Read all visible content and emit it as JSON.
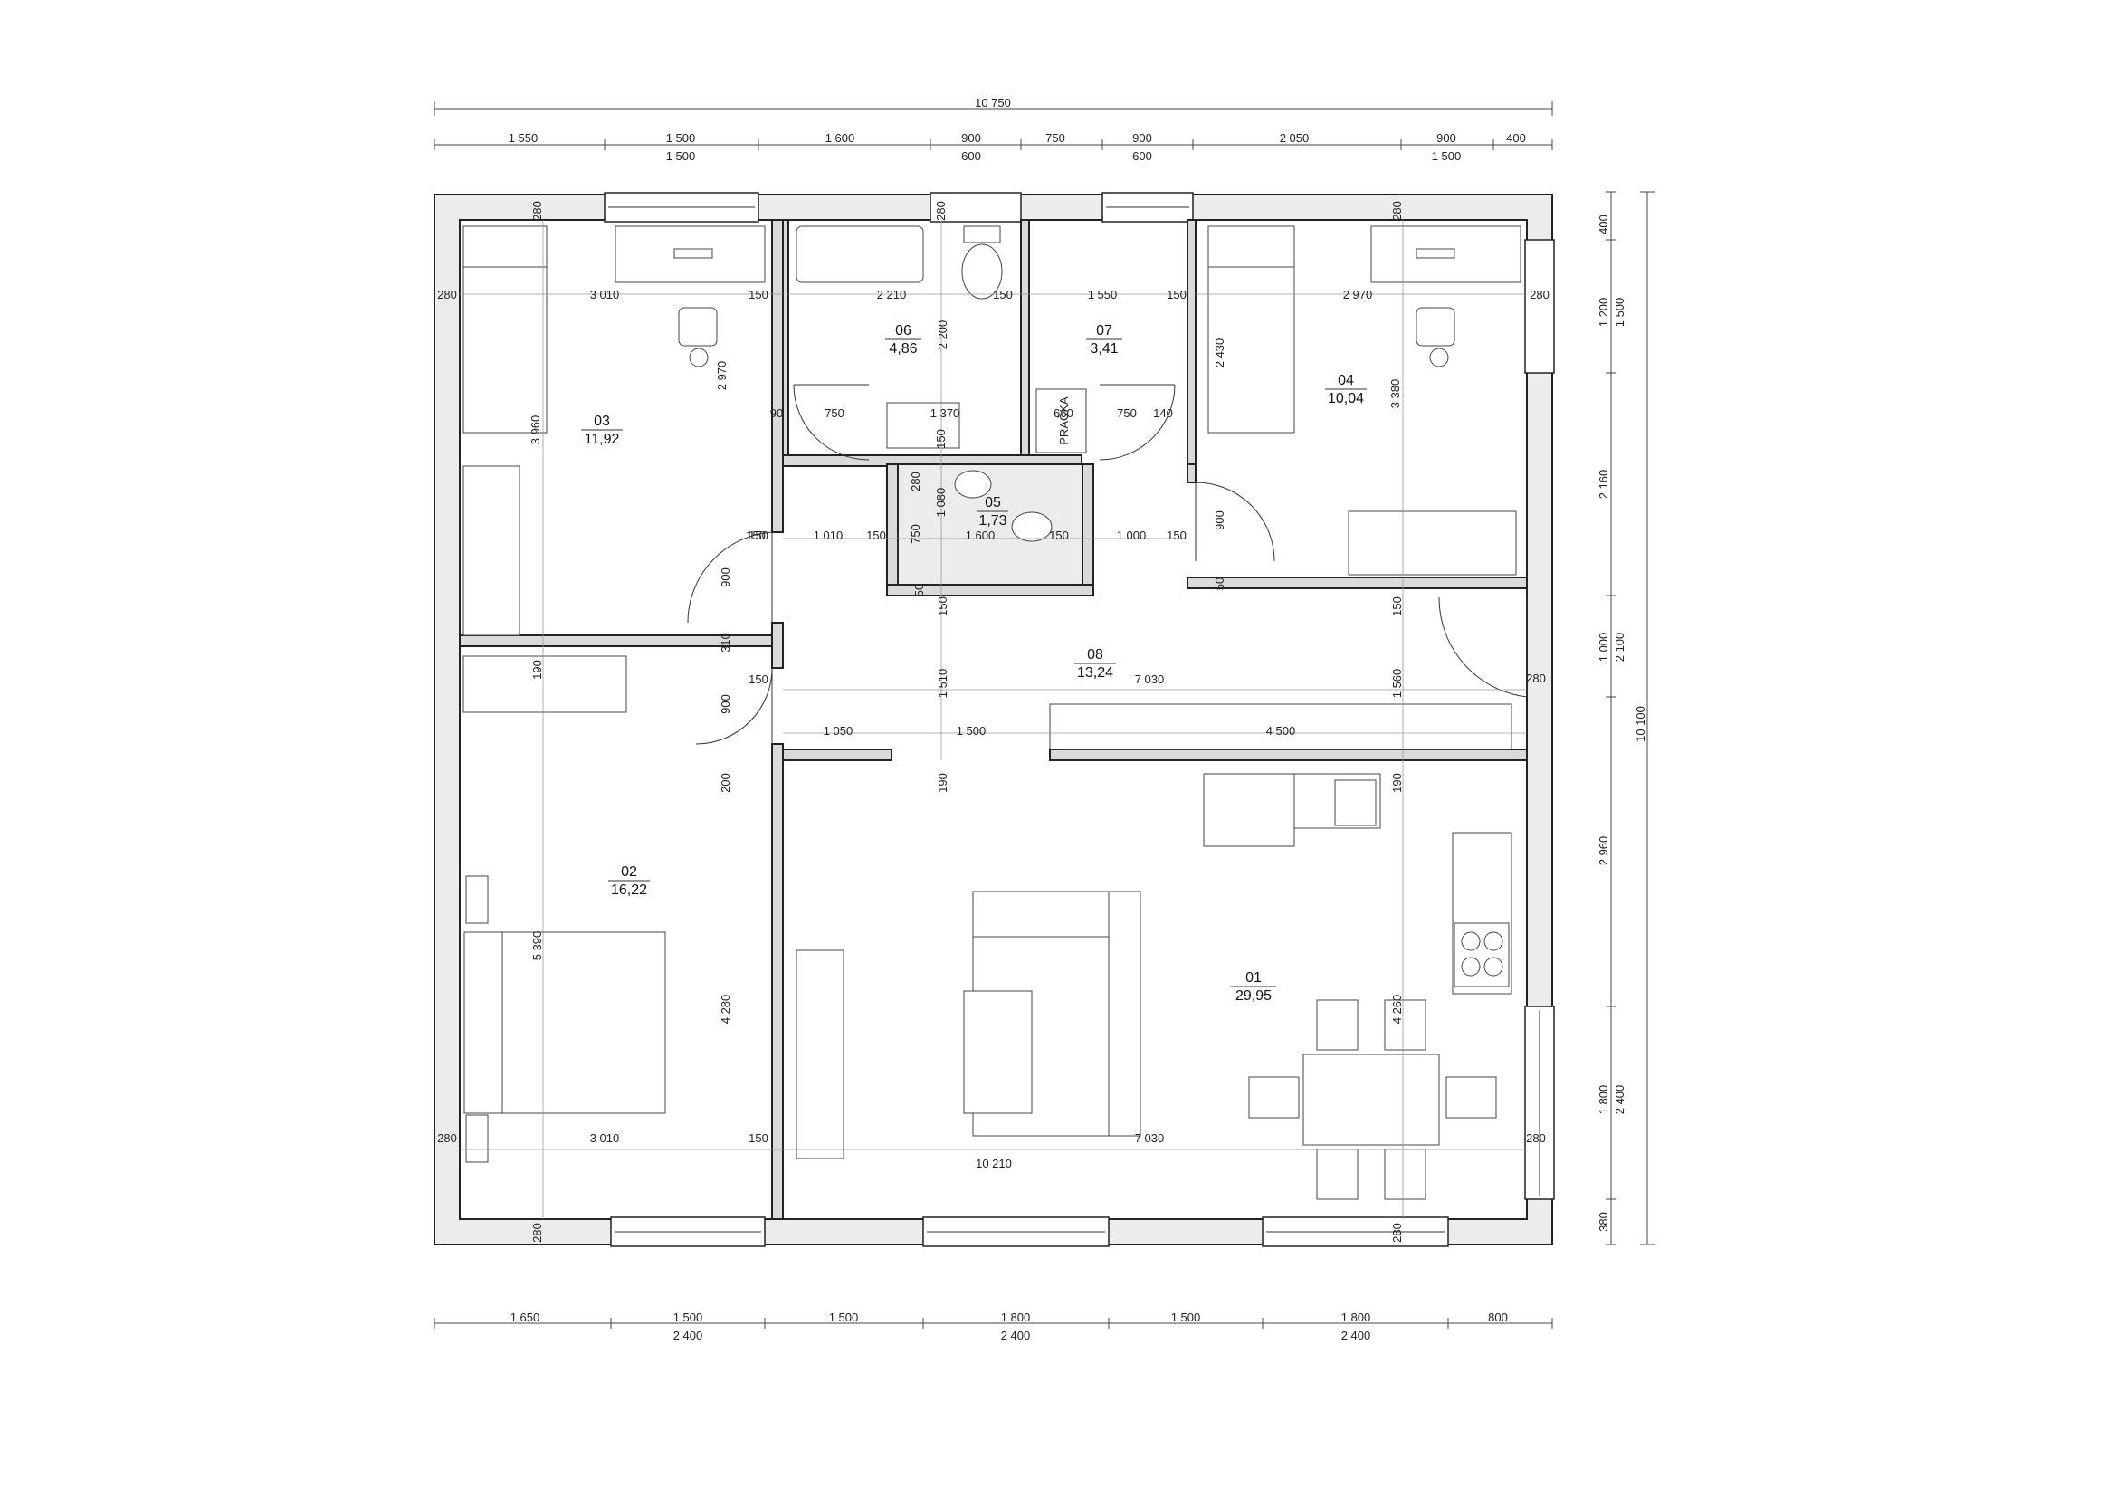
{
  "rooms": [
    {
      "id": "r01",
      "number": "01",
      "area": "29,95"
    },
    {
      "id": "r02",
      "number": "02",
      "area": "16,22"
    },
    {
      "id": "r03",
      "number": "03",
      "area": "11,92"
    },
    {
      "id": "r04",
      "number": "04",
      "area": "10,04"
    },
    {
      "id": "r05",
      "number": "05",
      "area": "1,73"
    },
    {
      "id": "r06",
      "number": "06",
      "area": "4,86"
    },
    {
      "id": "r07",
      "number": "07",
      "area": "3,41"
    },
    {
      "id": "r08",
      "number": "08",
      "area": "13,24"
    }
  ],
  "laundry_label": "PRAČKA",
  "dims_top": {
    "overall": "10 750",
    "segments": [
      "1 550",
      "1 500",
      "1 600",
      "900",
      "750",
      "900",
      "2 050",
      "900",
      "400"
    ],
    "openings": [
      "1 500",
      "600",
      "600",
      "1 500"
    ]
  },
  "dims_bottom": {
    "segments": [
      "1 650",
      "1 500",
      "1 500",
      "1 800",
      "1 500",
      "1 800",
      "800"
    ],
    "openings": [
      "2 400",
      "2 400",
      "2 400"
    ]
  },
  "dims_right": {
    "overall": "10 100",
    "segments": [
      "400",
      "1 200",
      "2 160",
      "1 000",
      "2 960",
      "1 800",
      "380"
    ],
    "openings": [
      "1 500",
      "2 100",
      "2 400"
    ]
  },
  "dims_inner": [
    "280",
    "280",
    "280",
    "280",
    "280",
    "280",
    "280",
    "280",
    "280",
    "280",
    "3 010",
    "150",
    "2 210",
    "150",
    "1 550",
    "150",
    "2 970",
    "2 200",
    "2 970",
    "2 430",
    "3 960",
    "3 380",
    "90",
    "750",
    "1 370",
    "660",
    "750",
    "140",
    "150",
    "150",
    "280",
    "1 080",
    "900",
    "150",
    "1 010",
    "150",
    "750",
    "1 600",
    "150",
    "1 000",
    "150",
    "900",
    "50",
    "50",
    "150",
    "150",
    "310",
    "190",
    "150",
    "1 510",
    "7 030",
    "1 560",
    "900",
    "1 050",
    "1 500",
    "4 500",
    "190",
    "190",
    "200",
    "5 390",
    "4 280",
    "4 260",
    "3 010",
    "150",
    "10 210",
    "7 030"
  ]
}
